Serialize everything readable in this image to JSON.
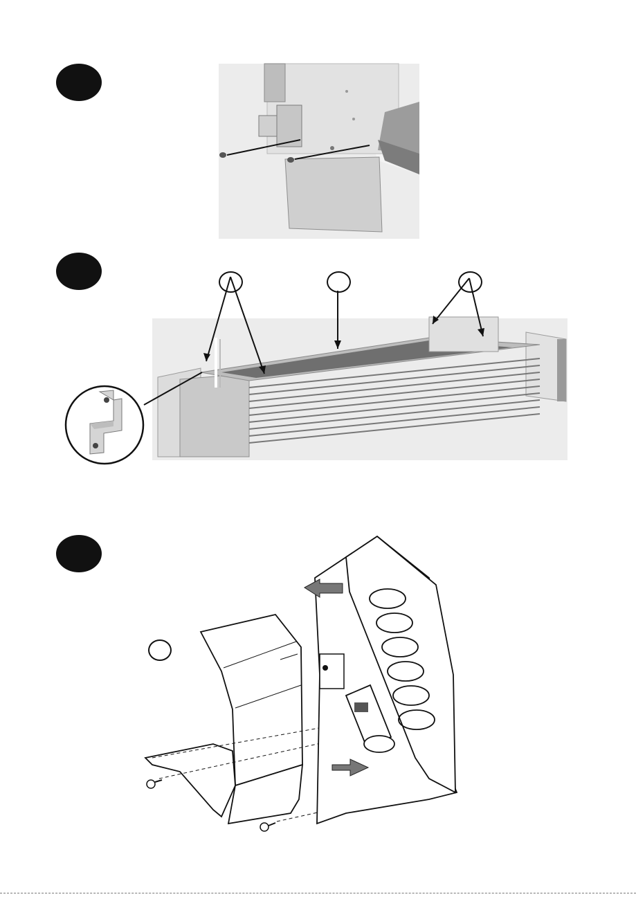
{
  "page": {
    "steps": [
      {
        "id": "step-1",
        "marker_color": "#111111"
      },
      {
        "id": "step-2",
        "marker_color": "#111111"
      },
      {
        "id": "step-3",
        "marker_color": "#111111"
      }
    ],
    "icons": [
      "screw-icon",
      "bracket-icon",
      "arrow-left-icon",
      "arrow-right-icon"
    ],
    "colors": {
      "ink": "#111111",
      "photo_background": "#e6e6e6",
      "panel_light": "#d9d9d9",
      "panel_mid": "#bdbdbd",
      "panel_dark": "#8a8a8a",
      "arrow_gray": "#777777"
    }
  }
}
